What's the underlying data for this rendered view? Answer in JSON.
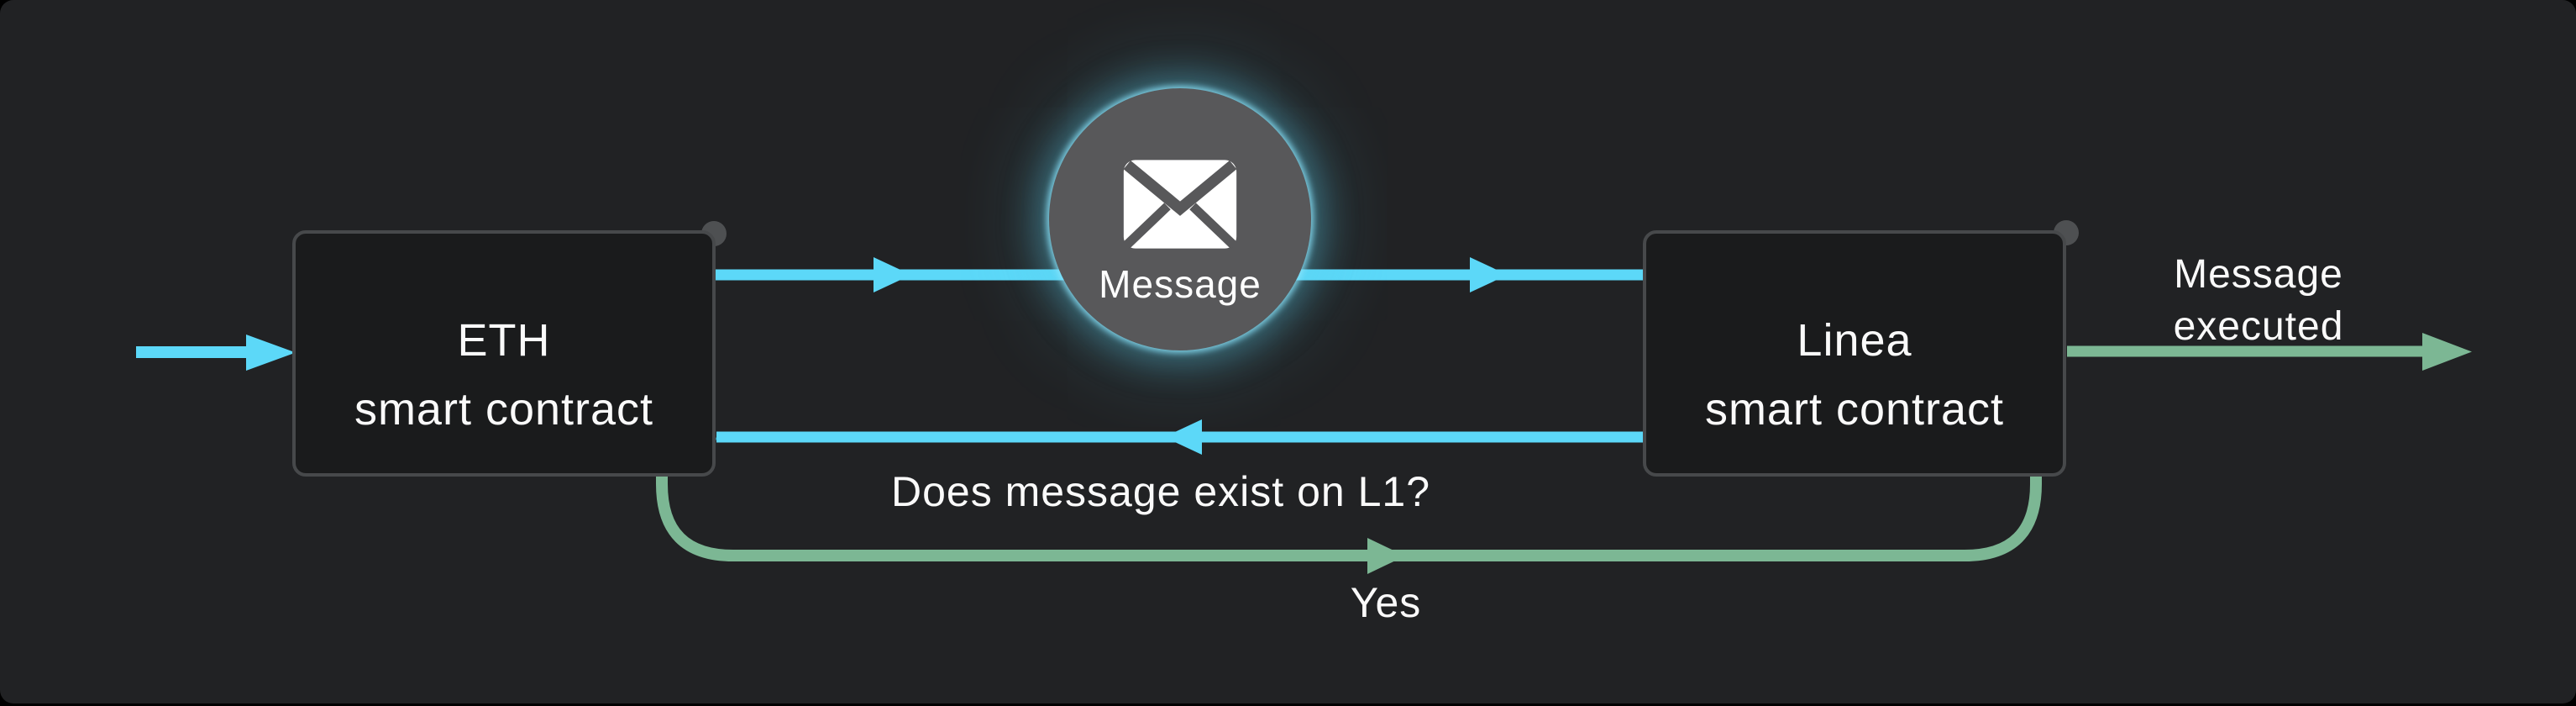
{
  "diagram": {
    "eth_box": {
      "label": "ETH\nsmart contract"
    },
    "linea_box": {
      "label": "Linea\nsmart contract"
    },
    "message_node": {
      "label": "Message",
      "icon": "envelope-icon"
    },
    "question_label": "Does message exist on L1?",
    "yes_label": "Yes",
    "executed_label": "Message\nexecuted"
  },
  "colors": {
    "panel_bg": "#212224",
    "box_fill": "#1a1b1c",
    "box_border": "#47494b",
    "node_fill": "#58585a",
    "dot": "#4e5052",
    "flow_blue": "#5cd8f8",
    "trace_teal": "#2f7d8e",
    "flow_green": "#7cb794",
    "trace_green": "#547e62",
    "text": "#fafafa",
    "glow": "#7fdcf5"
  }
}
